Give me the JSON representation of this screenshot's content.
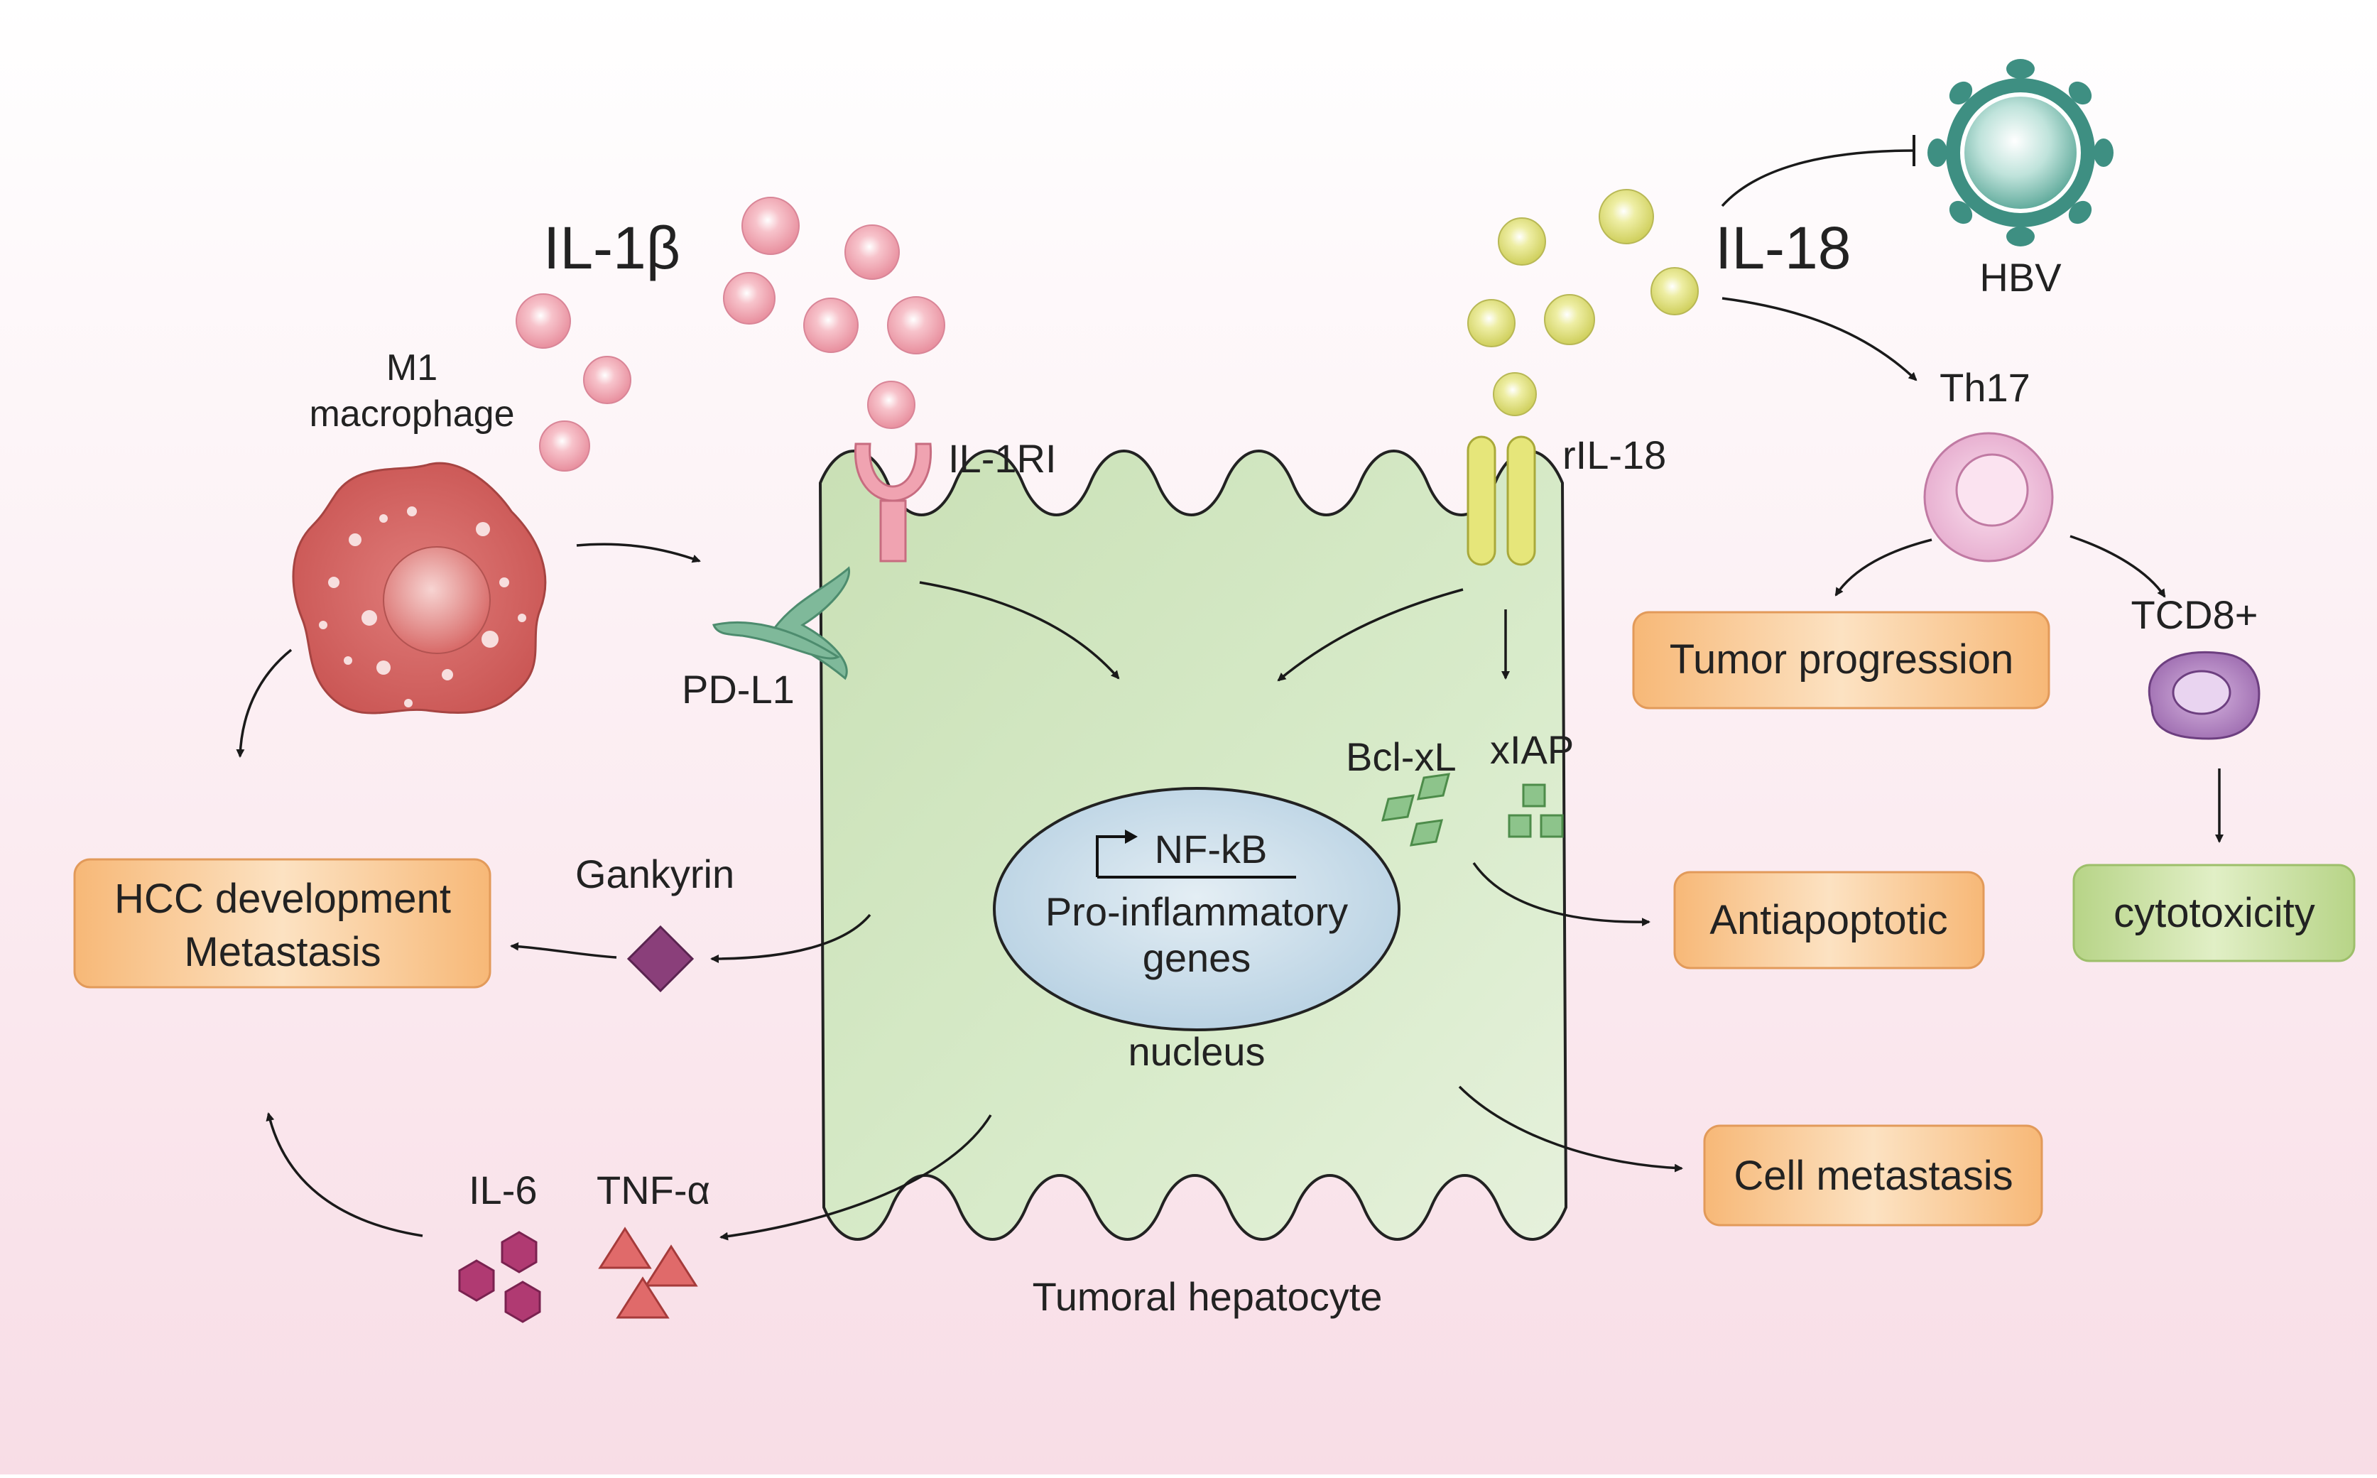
{
  "cytokines": {
    "il1b": "IL-1β",
    "il18": "IL-18"
  },
  "cells": {
    "m1_line1": "M1",
    "m1_line2": "macrophage",
    "hbv": "HBV",
    "th17": "Th17",
    "tcd8": "TCD8+",
    "hepatocyte": "Tumoral hepatocyte"
  },
  "receptors": {
    "il1ri": "IL-1RI",
    "ril18": "rIL-18",
    "pdl1": "PD-L1"
  },
  "nucleus": {
    "nfkb": "NF-kB",
    "genes_line1": "Pro-inflammatory",
    "genes_line2": "genes",
    "label": "nucleus"
  },
  "molecules": {
    "bclxl": "Bcl-xL",
    "xiap": "xIAP",
    "gankyrin": "Gankyrin",
    "il6": "IL-6",
    "tnfa": "TNF-α"
  },
  "outcomes": {
    "hcc_line1": "HCC development",
    "hcc_line2": "Metastasis",
    "tumor_progression": "Tumor progression",
    "antiapoptotic": "Antiapoptotic",
    "cell_metastasis": "Cell metastasis",
    "cytotoxicity": "cytotoxicity"
  },
  "colors": {
    "background_top": "#ffffff",
    "background_bottom": "#f8dde6",
    "hepatocyte": "#d2e6c2",
    "nucleus": "#c9dde9",
    "il1b": "#f2a8b4",
    "il18": "#e6e68a",
    "hbv": "#3e8f82",
    "box_orange": "#f9c68a",
    "box_green": "#c8e09a",
    "macrophage": "#d9706e",
    "gankyrin": "#8a3f7a",
    "il6": "#b03a72",
    "tnfa": "#e06a6a"
  }
}
